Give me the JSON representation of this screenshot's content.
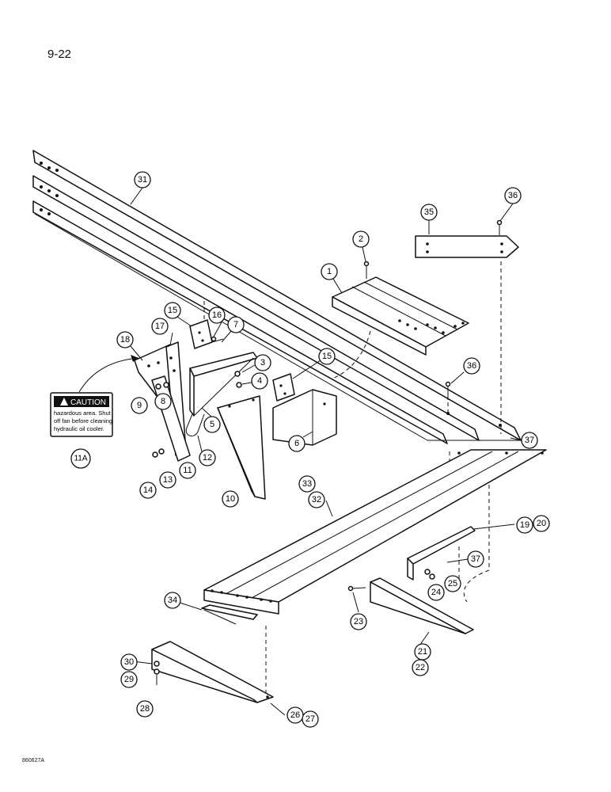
{
  "page": {
    "number": "9-22",
    "footer_code": "860627A"
  },
  "decal": {
    "heading": "CAUTION",
    "text_lines": [
      "hazardous area. Shut",
      "off fan before cleaning",
      "hydraulic oil cooler."
    ]
  },
  "callouts": [
    {
      "id": "c31",
      "label": "31"
    },
    {
      "id": "c35",
      "label": "35"
    },
    {
      "id": "c36a",
      "label": "36"
    },
    {
      "id": "c2",
      "label": "2"
    },
    {
      "id": "c1",
      "label": "1"
    },
    {
      "id": "c15a",
      "label": "15"
    },
    {
      "id": "c16",
      "label": "16"
    },
    {
      "id": "c7",
      "label": "7"
    },
    {
      "id": "c17",
      "label": "17"
    },
    {
      "id": "c18",
      "label": "18"
    },
    {
      "id": "c3",
      "label": "3"
    },
    {
      "id": "c4",
      "label": "4"
    },
    {
      "id": "c15b",
      "label": "15"
    },
    {
      "id": "c36b",
      "label": "36"
    },
    {
      "id": "c9",
      "label": "9"
    },
    {
      "id": "c8",
      "label": "8"
    },
    {
      "id": "c5",
      "label": "5"
    },
    {
      "id": "c6",
      "label": "6"
    },
    {
      "id": "c37a",
      "label": "37"
    },
    {
      "id": "c11a",
      "label": "11A"
    },
    {
      "id": "c12",
      "label": "12"
    },
    {
      "id": "c14",
      "label": "14"
    },
    {
      "id": "c13",
      "label": "13"
    },
    {
      "id": "c11",
      "label": "11"
    },
    {
      "id": "c10",
      "label": "10"
    },
    {
      "id": "c33",
      "label": "33"
    },
    {
      "id": "c32",
      "label": "32"
    },
    {
      "id": "c19",
      "label": "19"
    },
    {
      "id": "c20",
      "label": "20"
    },
    {
      "id": "c37b",
      "label": "37"
    },
    {
      "id": "c25",
      "label": "25"
    },
    {
      "id": "c24",
      "label": "24"
    },
    {
      "id": "c34",
      "label": "34"
    },
    {
      "id": "c23",
      "label": "23"
    },
    {
      "id": "c21",
      "label": "21"
    },
    {
      "id": "c22",
      "label": "22"
    },
    {
      "id": "c30",
      "label": "30"
    },
    {
      "id": "c29",
      "label": "29"
    },
    {
      "id": "c28",
      "label": "28"
    },
    {
      "id": "c26",
      "label": "26"
    },
    {
      "id": "c27",
      "label": "27"
    }
  ]
}
